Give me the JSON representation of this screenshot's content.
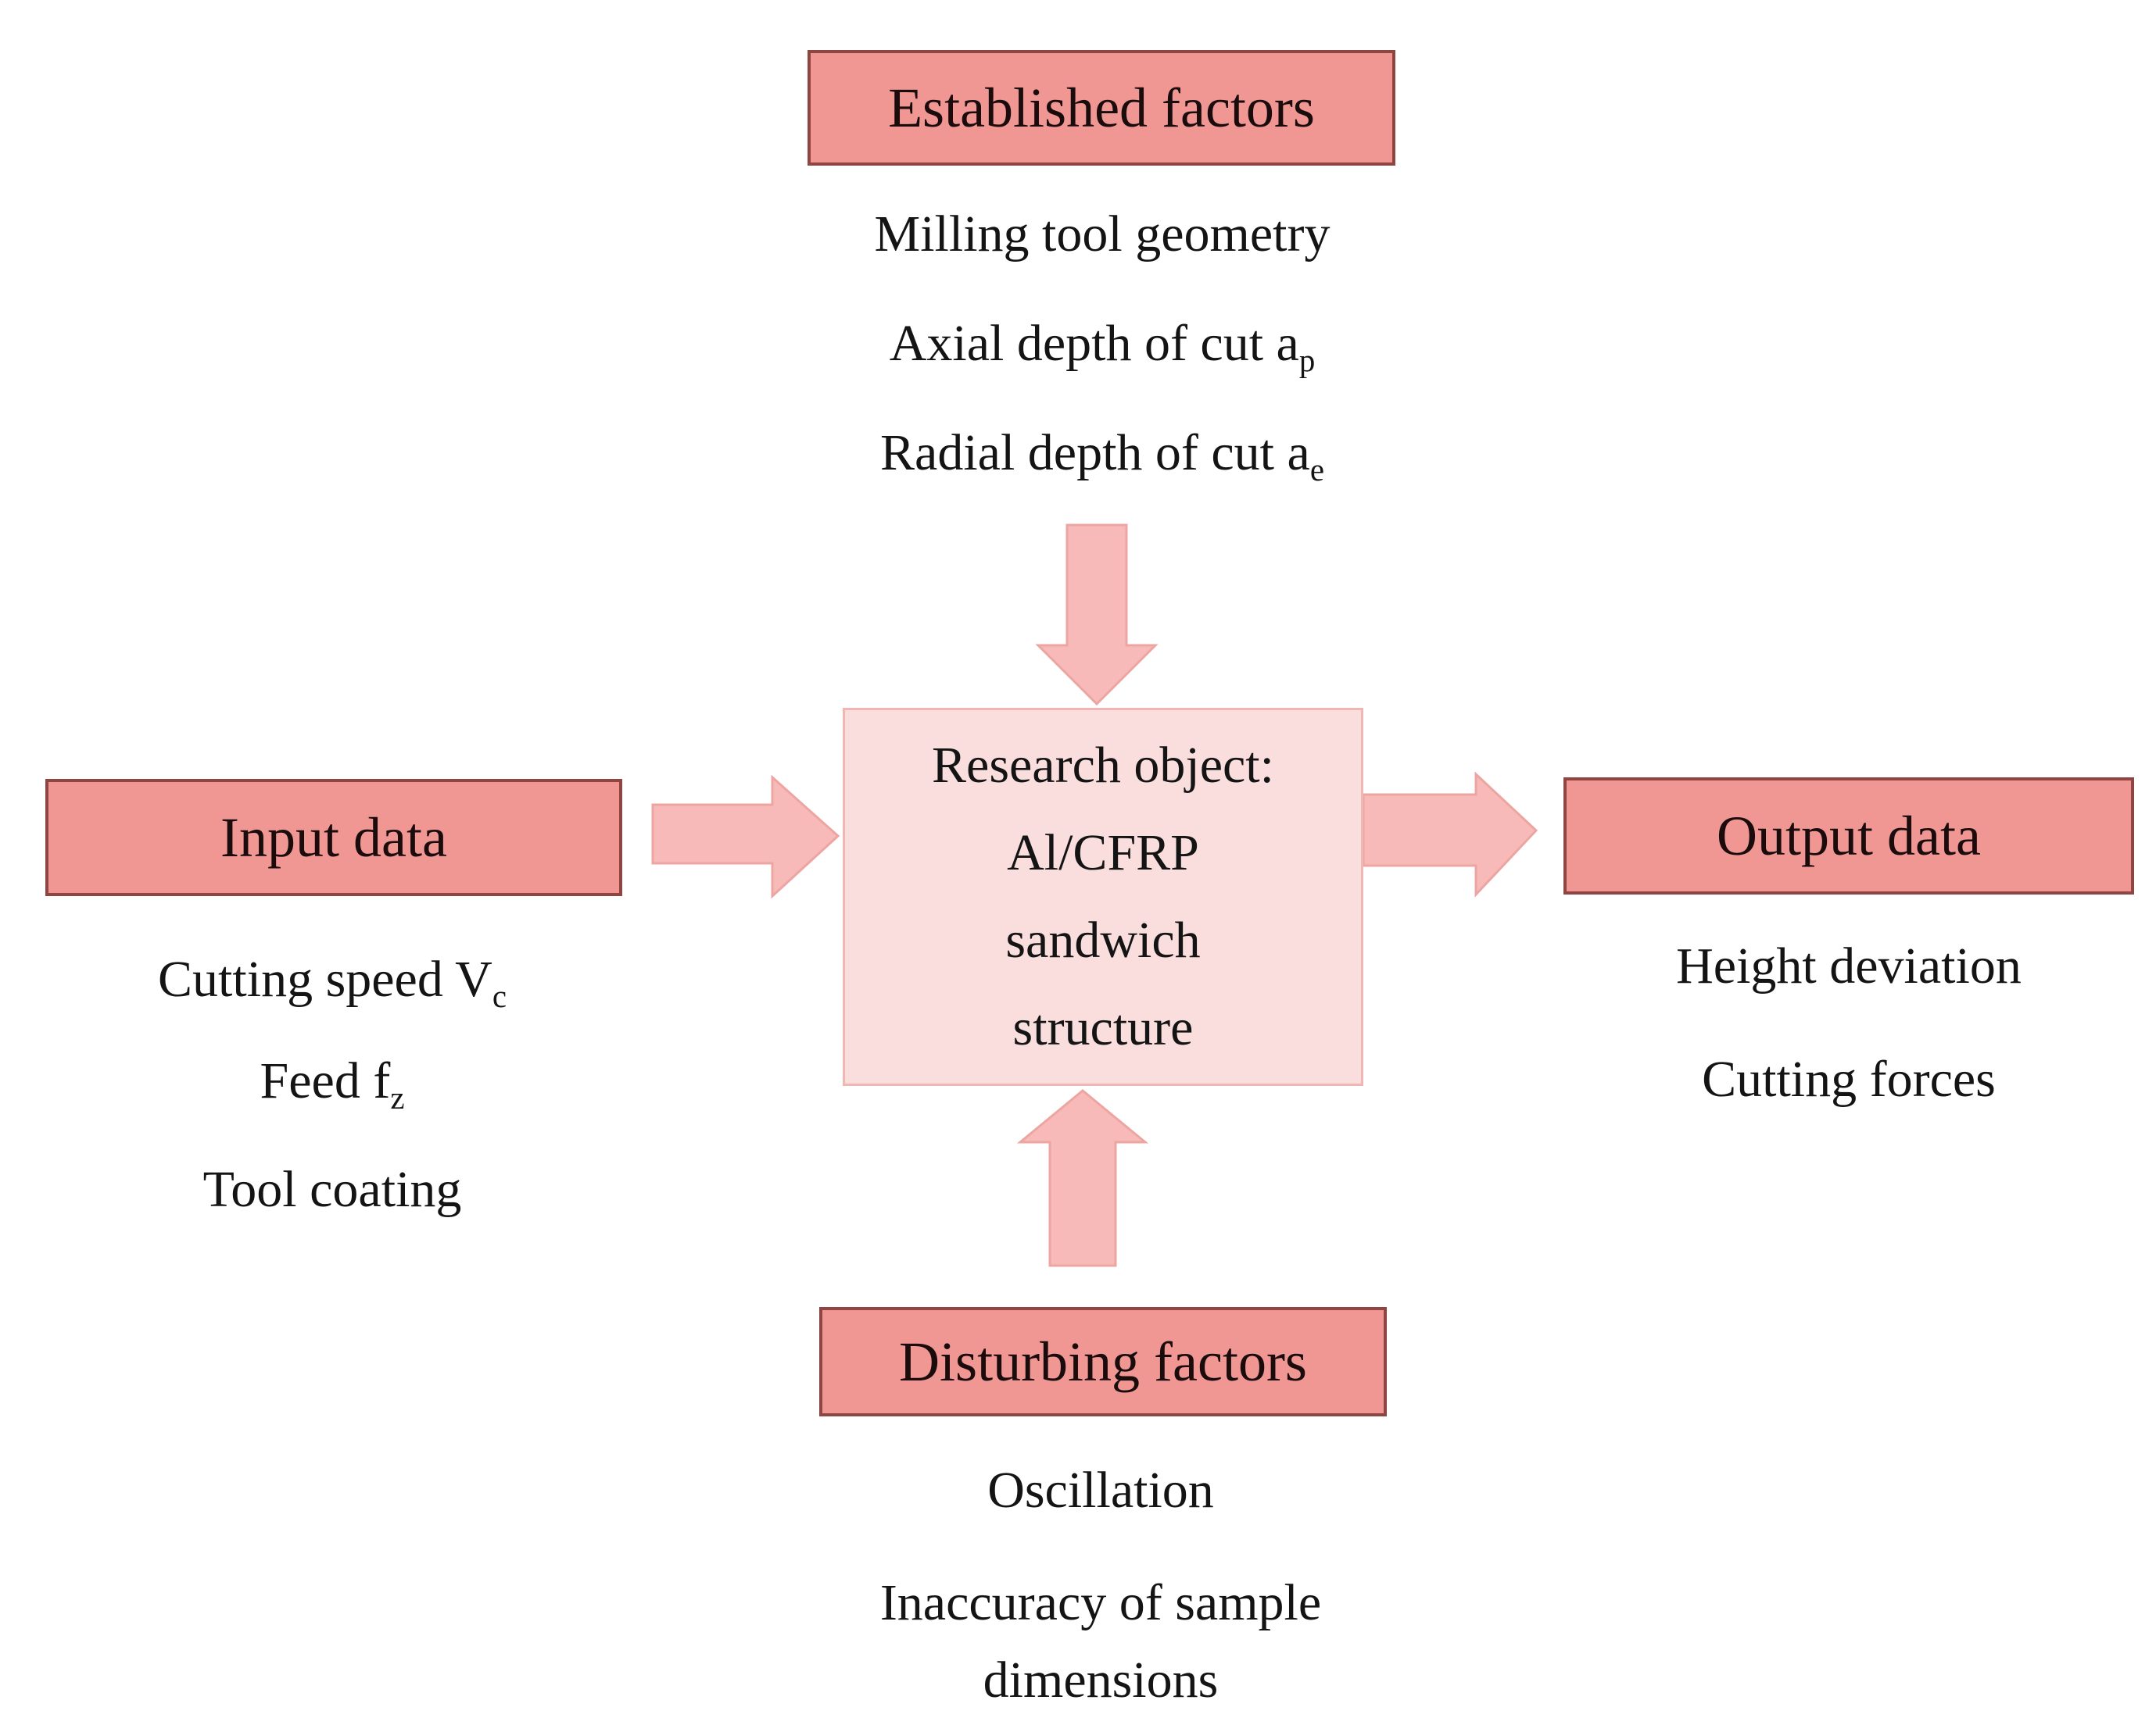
{
  "colors": {
    "box_fill": "#F09693",
    "box_border": "#8F4542",
    "arrow_fill": "#F7BAB8",
    "arrow_border": "#EDA5A2",
    "center_fill": "#FADEDD",
    "center_border": "#F0B6B3",
    "text": "#141414"
  },
  "center_box": {
    "lines": [
      "Research object:",
      "Al/CFRP",
      "sandwich",
      "structure"
    ]
  },
  "top_group": {
    "label": "Established factors",
    "items": [
      {
        "text": "Milling tool geometry",
        "sub": ""
      },
      {
        "text": "Axial depth of cut a",
        "sub": "p"
      },
      {
        "text": "Radial depth of cut a",
        "sub": "e"
      }
    ]
  },
  "left_group": {
    "label": "Input data",
    "items": [
      {
        "text": "Cutting speed V",
        "sub": "c"
      },
      {
        "text": "Feed f",
        "sub": "z"
      },
      {
        "text": "Tool coating",
        "sub": ""
      }
    ]
  },
  "right_group": {
    "label": "Output data",
    "items": [
      {
        "text": "Height deviation",
        "sub": ""
      },
      {
        "text": "Cutting forces",
        "sub": ""
      }
    ]
  },
  "bottom_group": {
    "label": "Disturbing factors",
    "items": [
      {
        "text": "Oscillation",
        "sub": ""
      },
      {
        "text": "Inaccuracy of sample",
        "sub": ""
      },
      {
        "text": "dimensions",
        "sub": ""
      }
    ]
  }
}
